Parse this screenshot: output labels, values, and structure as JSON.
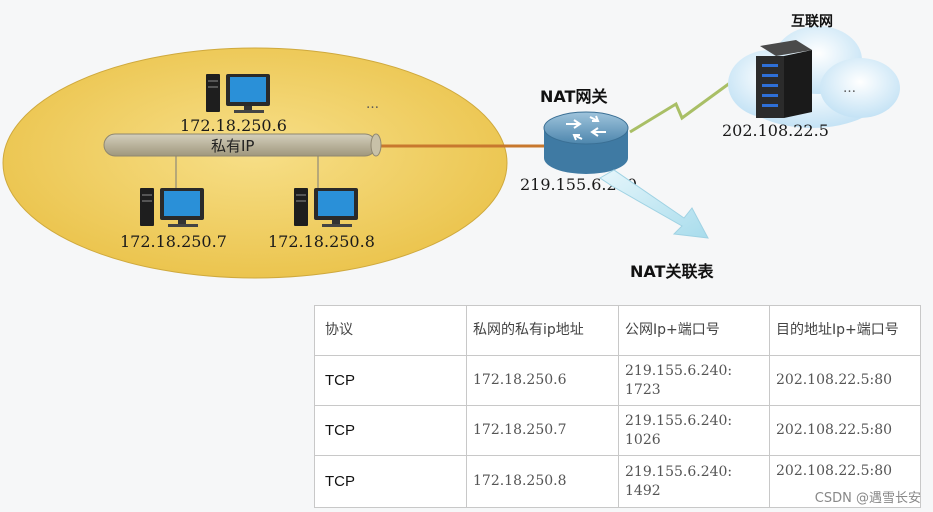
{
  "network": {
    "private_label": "私有IP",
    "host1_ip": "172.18.250.6",
    "host2_ip": "172.18.250.7",
    "host3_ip": "172.18.250.8",
    "more_hosts": "…",
    "gateway_label": "NAT网关",
    "gateway_ip": "219.155.6.240",
    "internet_label": "互联网",
    "server_ip": "202.108.22.5",
    "cloud_more": "…"
  },
  "table": {
    "title": "NAT关联表",
    "headers": [
      "协议",
      "私网的私有ip地址",
      "公网Ip+端口号",
      "目的地址Ip+端口号"
    ],
    "rows": [
      {
        "proto": "TCP",
        "private": "172.18.250.6",
        "public_ip": "219.155.6.240:",
        "public_port": "1723",
        "dest": "202.108.22.5:80"
      },
      {
        "proto": "TCP",
        "private": "172.18.250.7",
        "public_ip": "219.155.6.240:",
        "public_port": "1026",
        "dest": "202.108.22.5:80"
      },
      {
        "proto": "TCP",
        "private": "172.18.250.8",
        "public_ip": "219.155.6.240:",
        "public_port": "1492",
        "dest": "202.108.22.5:80"
      }
    ]
  },
  "watermark": "CSDN @遇雪长安",
  "colors": {
    "lan_fill": "#f2c94c",
    "bus": "#b5ae97",
    "link": "#c8782e",
    "cloud": "#cfe7f7",
    "arrow": "#bfe6f2"
  }
}
